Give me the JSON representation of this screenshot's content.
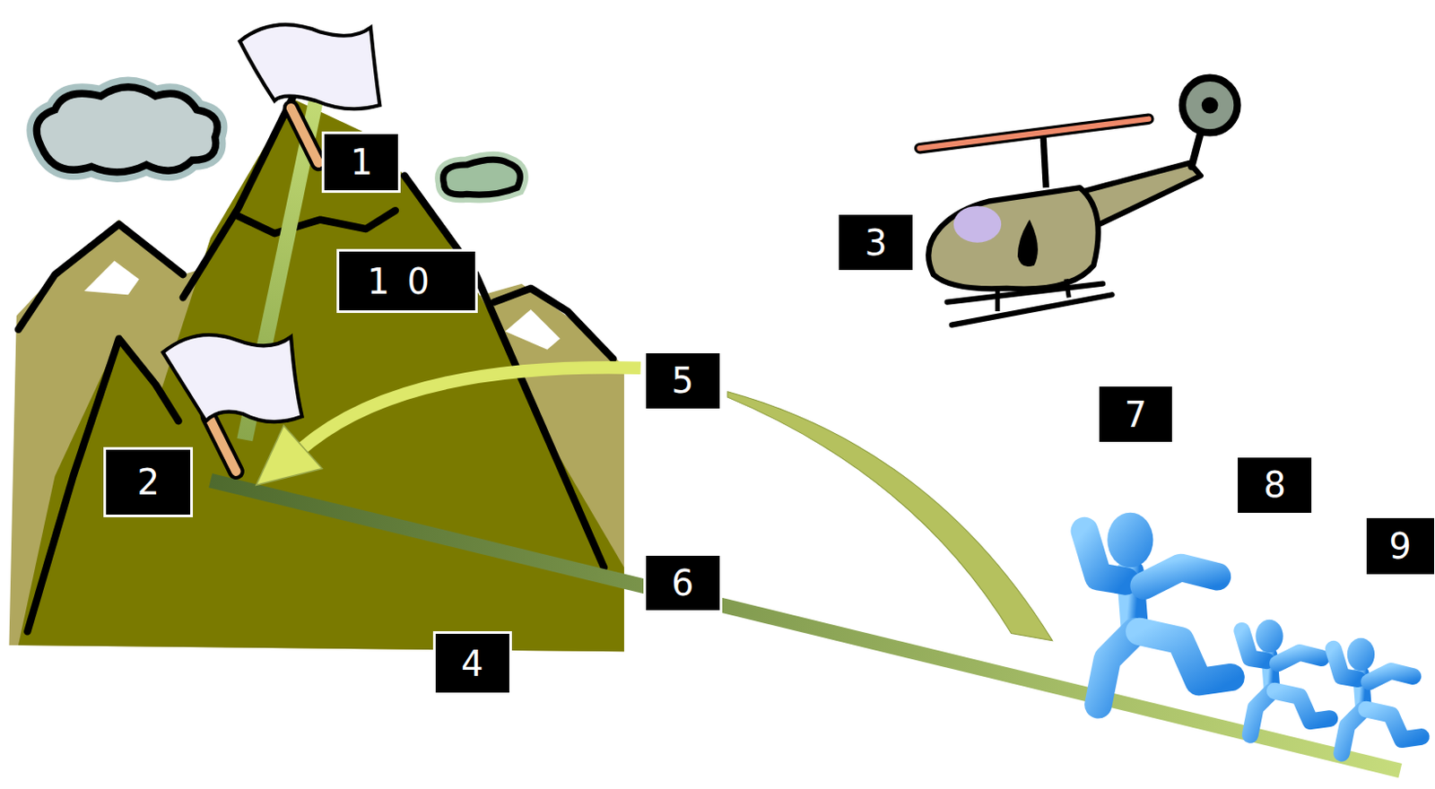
{
  "diagram": {
    "labels": [
      "1",
      "3",
      "10",
      "5",
      "7",
      "2",
      "8",
      "9",
      "6",
      "4"
    ]
  }
}
